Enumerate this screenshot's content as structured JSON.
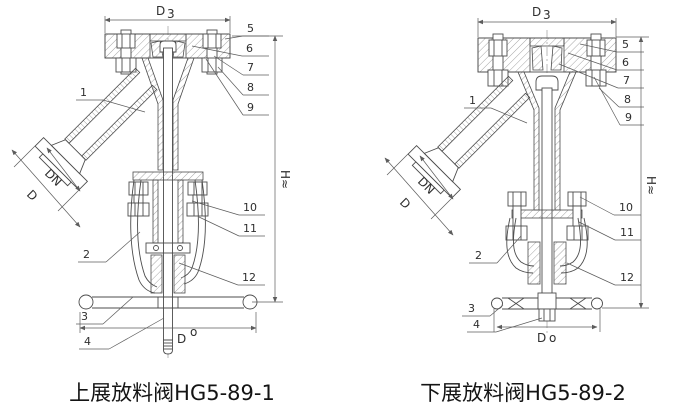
{
  "page": {
    "background": "#ffffff",
    "line_color": "#4c4c4c",
    "hatch_color": "#8f8f8f",
    "text_color": "#2e2e2e",
    "title_color": "#141414"
  },
  "drawings": [
    {
      "title": "上展放料阀HG5-89-1",
      "dims": {
        "top_main": "D",
        "top_sub": "3",
        "bottom_main": "D",
        "bottom_sub": "o",
        "height": "H≈",
        "bore": "DN",
        "inlet_outer": "D"
      },
      "callouts": {
        "c1": "1",
        "c2": "2",
        "c3": "3",
        "c4": "4",
        "c5": "5",
        "c6": "6",
        "c7": "7",
        "c8": "8",
        "c9": "9",
        "c10": "10",
        "c11": "11",
        "c12": "12"
      }
    },
    {
      "title": "下展放料阀HG5-89-2",
      "dims": {
        "top_main": "D",
        "top_sub": "3",
        "bottom_main": "D",
        "bottom_sub": "o",
        "height": "H≈",
        "bore": "DN",
        "inlet_outer": "D"
      },
      "callouts": {
        "c1": "1",
        "c2": "2",
        "c3": "3",
        "c4": "4",
        "c5": "5",
        "c6": "6",
        "c7": "7",
        "c8": "8",
        "c9": "9",
        "c10": "10",
        "c11": "11",
        "c12": "12"
      }
    }
  ]
}
